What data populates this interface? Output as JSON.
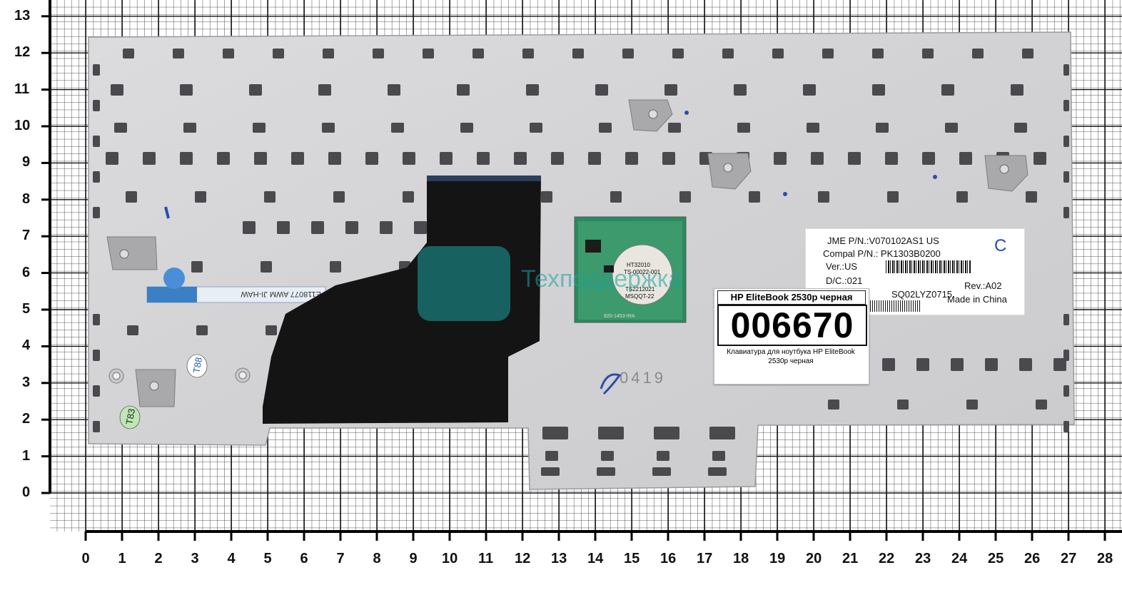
{
  "axes": {
    "x_ticks": [
      "0",
      "1",
      "2",
      "3",
      "4",
      "5",
      "6",
      "7",
      "8",
      "9",
      "10",
      "11",
      "12",
      "13",
      "14",
      "15",
      "16",
      "17",
      "18",
      "19",
      "20",
      "21",
      "22",
      "23",
      "24",
      "25",
      "26",
      "27",
      "28"
    ],
    "y_ticks": [
      "0",
      "1",
      "2",
      "3",
      "4",
      "5",
      "6",
      "7",
      "8",
      "9",
      "10",
      "11",
      "12",
      "13"
    ]
  },
  "label_sticker": {
    "line1": "JME P/N.:V070102AS1 US",
    "line2": "Compal P/N.:  PK1303B0200",
    "line3": "Ver.:US",
    "line4": "D/C.:021",
    "line5": "SQ02LYZ0715",
    "rev": "Rev.:A02",
    "made": "Made in China",
    "handwritten": "C"
  },
  "store_sticker": {
    "title": "HP EliteBook 2530p черная",
    "number": "006670",
    "description": "Клавиатура для ноутбука HP EliteBook 2530p черная"
  },
  "ribbon_text": "E118077  AWM  JI-HAW",
  "pcb_text": {
    "l1": "HT32010",
    "l2": "TS-00022-001",
    "l3": "TS2212021",
    "l4": "MSQQT-22",
    "l5": "820-1453-IRA"
  },
  "stamps": {
    "a": "T83",
    "b": "T88",
    "c": "0419"
  },
  "watermark": "Техподдержка"
}
